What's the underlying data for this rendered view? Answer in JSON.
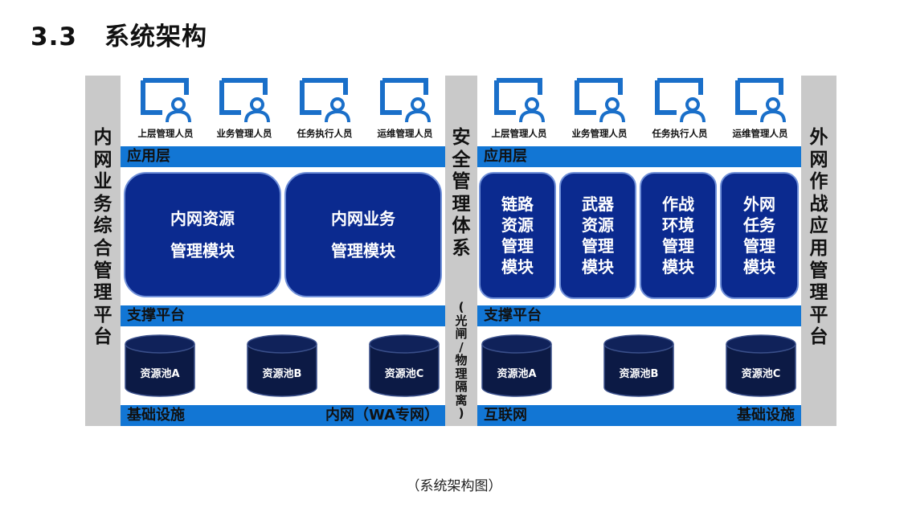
{
  "heading": {
    "number": "3.3",
    "text": "系统架构"
  },
  "left_side_label": [
    "内",
    "网",
    "业",
    "务",
    "综",
    "合",
    "管",
    "理",
    "平",
    "台"
  ],
  "right_side_label": [
    "外",
    "网",
    "作",
    "战",
    "应",
    "用",
    "管",
    "理",
    "平",
    "台"
  ],
  "middle_label": [
    "安",
    "全",
    "管",
    "理",
    "体",
    "系"
  ],
  "middle_sub_label": [
    "(",
    "光",
    "闸",
    "/",
    "物",
    "理",
    "隔",
    "离",
    ")"
  ],
  "left_panel": {
    "users": [
      "上层管理人员",
      "业务管理人员",
      "任务执行人员",
      "运维管理人员"
    ],
    "app_layer": "应用层",
    "modules": [
      {
        "line1": "内网资源",
        "line2": "管理模块"
      },
      {
        "line1": "内网业务",
        "line2": "管理模块"
      }
    ],
    "support_layer": "支撑平台",
    "pools": [
      "资源池A",
      "资源池B",
      "资源池C"
    ],
    "infra_left": "基础设施",
    "infra_right": "内网（WA专网）"
  },
  "right_panel": {
    "users": [
      "上层管理人员",
      "业务管理人员",
      "任务执行人员",
      "运维管理人员"
    ],
    "app_layer": "应用层",
    "modules": [
      {
        "lines": [
          "链路",
          "资源",
          "管理",
          "模块"
        ]
      },
      {
        "lines": [
          "武器",
          "资源",
          "管理",
          "模块"
        ]
      },
      {
        "lines": [
          "作战",
          "环境",
          "管理",
          "模块"
        ]
      },
      {
        "lines": [
          "外网",
          "任务",
          "管理",
          "模块"
        ]
      }
    ],
    "support_layer": "支撑平台",
    "pools": [
      "资源池A",
      "资源池B",
      "资源池C"
    ],
    "infra_left": "互联网",
    "infra_right": "基础设施"
  },
  "caption": "（系统架构图）",
  "colors": {
    "band": "#1276d4",
    "module": "#0b2a8f",
    "cylinder": "#0c1a45",
    "side": "#c9c9c9",
    "icon": "#1a6fc9"
  }
}
